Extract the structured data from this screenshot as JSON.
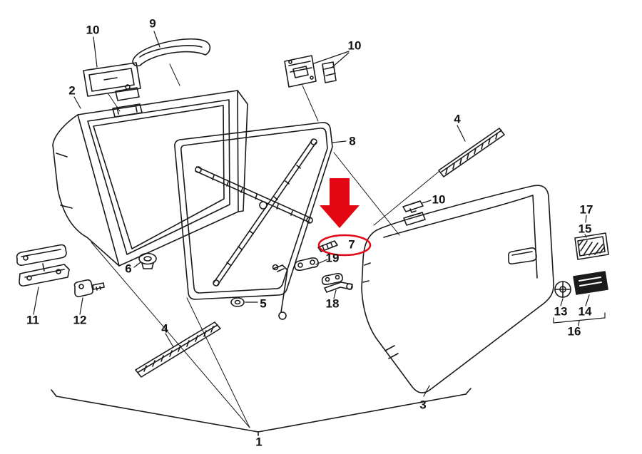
{
  "colors": {
    "line": "#1a1a1a",
    "highlight": "#e30613",
    "nameplate_text": "#ffffff",
    "background": "#ffffff"
  },
  "highlight": {
    "circled_label": "7"
  },
  "labels": [
    {
      "text": "10"
    },
    {
      "text": "9"
    },
    {
      "text": "2"
    },
    {
      "text": "10"
    },
    {
      "text": "8"
    },
    {
      "text": "4"
    },
    {
      "text": "10"
    },
    {
      "text": "17"
    },
    {
      "text": "15"
    },
    {
      "text": "7"
    },
    {
      "text": "19"
    },
    {
      "text": "6"
    },
    {
      "text": "5"
    },
    {
      "text": "18"
    },
    {
      "text": "11"
    },
    {
      "text": "12"
    },
    {
      "text": "4"
    },
    {
      "text": "13"
    },
    {
      "text": "14"
    },
    {
      "text": "16"
    },
    {
      "text": "3"
    },
    {
      "text": "1"
    }
  ]
}
